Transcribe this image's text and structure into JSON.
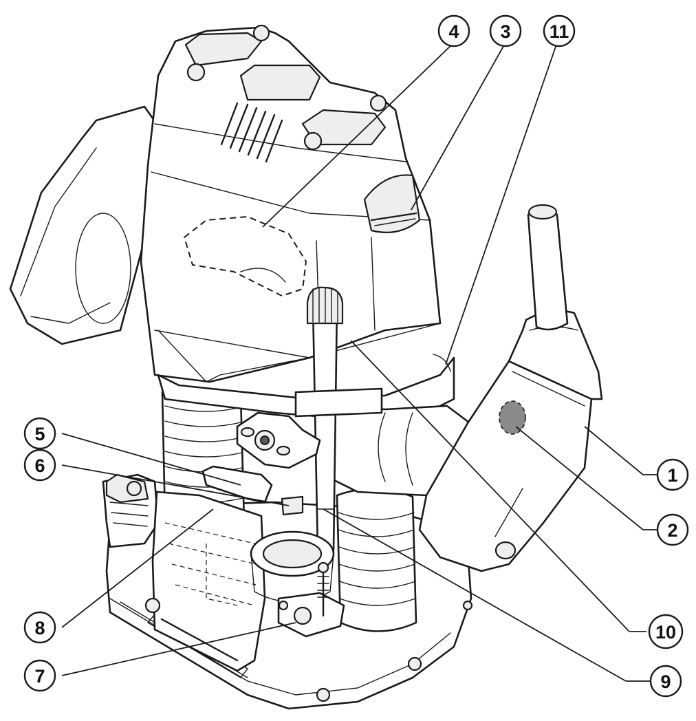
{
  "callouts": {
    "c1": "1",
    "c2": "2",
    "c3": "3",
    "c4": "4",
    "c5": "5",
    "c6": "6",
    "c7": "7",
    "c8": "8",
    "c9": "9",
    "c10": "10",
    "c11": "11"
  },
  "colors": {
    "line": "#1a1a1a",
    "fill": "#ffffff",
    "shade": "#eeeeee",
    "marker": "#8a8a8a"
  }
}
